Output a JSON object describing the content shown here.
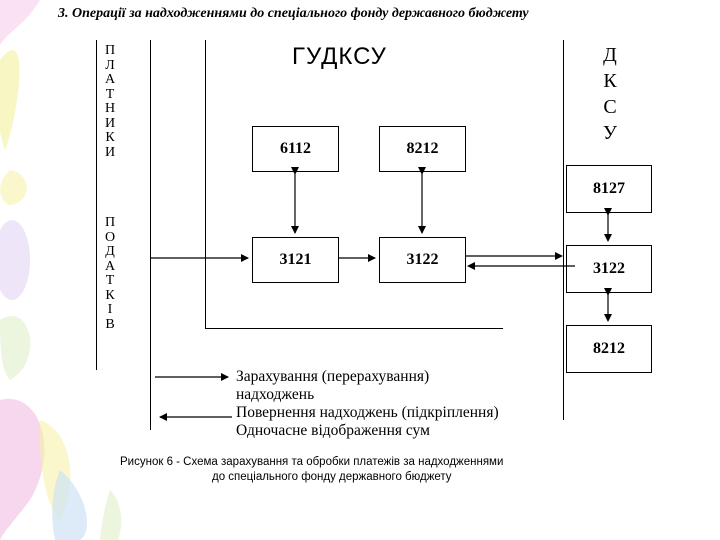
{
  "title": "3. Операції за надходженнями до спеціального фонду державного бюджету",
  "payers_label_top": [
    "П",
    "Л",
    "А",
    "Т",
    "Н",
    "И",
    "К",
    "И"
  ],
  "payers_label_bottom": [
    "П",
    "О",
    "Д",
    "А",
    "Т",
    "К",
    "І",
    "В"
  ],
  "gudksu_label": "ГУДКСУ",
  "dksu_label": [
    "Д",
    "К",
    "С",
    "У"
  ],
  "boxes": {
    "top_left": "6112",
    "top_right": "8212",
    "mid_left": "3121",
    "mid_right": "3122",
    "dksu_1": "8127",
    "dksu_2": "3122",
    "dksu_3": "8212"
  },
  "legend": [
    "Зарахування (перерахування)",
    "надходжень",
    "Повернення надходжень (підкріплення)",
    "Одночасне відображення сум"
  ],
  "caption": [
    "Рисунок 6 -  Схема зарахування та обробки платежів за надходженнями",
    "до спеціального фонду державного бюджету"
  ],
  "colors": {
    "line": "#000000",
    "deco_pink": "#f4c6e6",
    "deco_yellow": "#f5f2a8",
    "deco_blue": "#cfe3f5"
  }
}
